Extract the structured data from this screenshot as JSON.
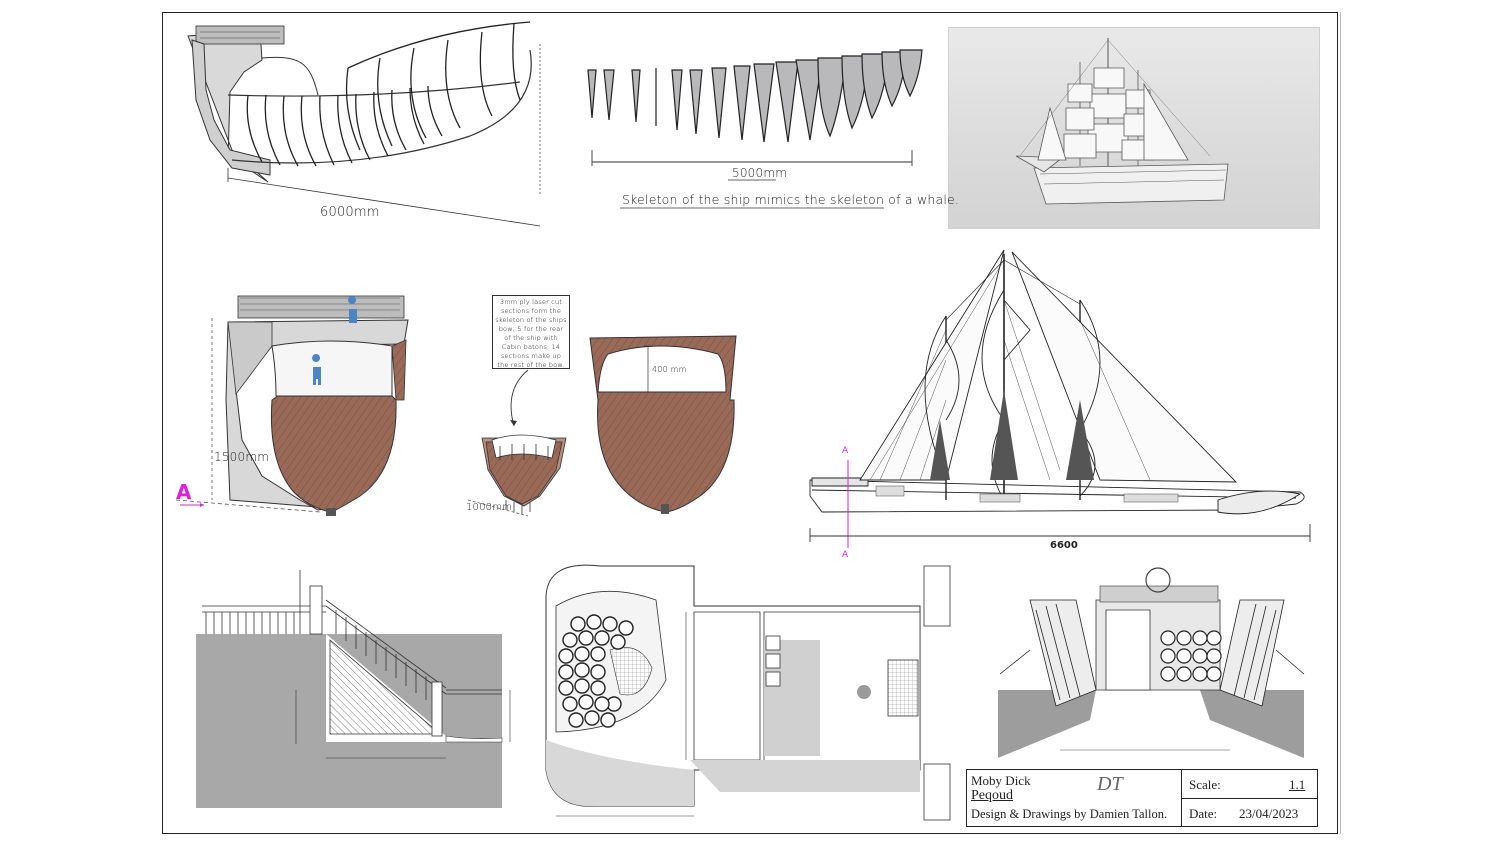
{
  "dimensions": {
    "hull_length": "6000mm",
    "skeleton_length": "5000mm",
    "section_height": "1500mm",
    "cabin_height": "400 mm",
    "section_width": "1000mm",
    "ship_length": "6600"
  },
  "captions": {
    "skeleton": "Skeleton of the ship mimics the skeleton of a whale.",
    "section_note": "3mm ply laser cut sections form the skeleton of the ships bow; 5 for the rear of the ship with Cabin batons, 14 sections make up the rest of the bow."
  },
  "markers": {
    "section_marker": "A",
    "section_color": "#e01ee0"
  },
  "colors": {
    "hull_brown": "#9a6a58",
    "hull_grey": "#cfcfcf",
    "figure_blue": "#4a86c5",
    "plan_grey": "#a8a8a8"
  },
  "title_block": {
    "project": "Moby Dick",
    "ship_name": "Peqoud",
    "credit": "Design & Drawings by Damien Tallon.",
    "monogram": "DT",
    "scale_label": "Scale:",
    "scale_value": "1.1",
    "date_label": "Date:",
    "date_value": "23/04/2023"
  }
}
